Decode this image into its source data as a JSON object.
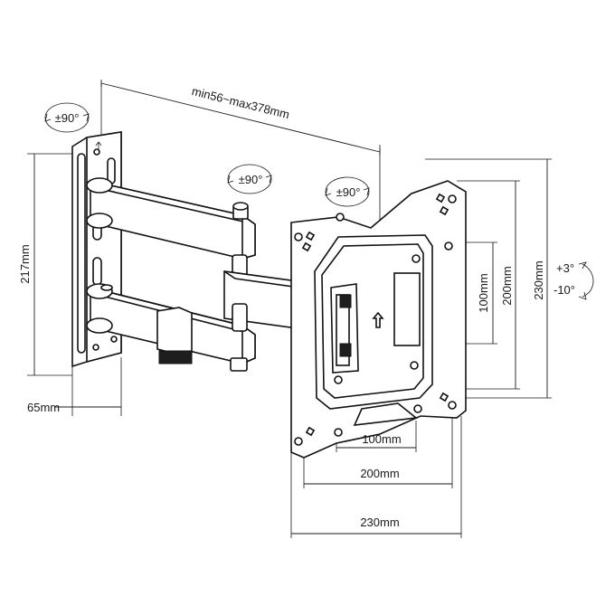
{
  "dimensions": {
    "arm_extension": "min56~max378mm",
    "wall_plate_height": "217mm",
    "wall_plate_depth": "65mm",
    "vesa_inner_h": "100mm",
    "vesa_outer_h": "200mm",
    "vesa_total_h": "230mm",
    "vesa_inner_w": "100mm",
    "vesa_outer_w": "200mm",
    "vesa_total_w": "230mm"
  },
  "rotations": {
    "wall_swivel": "±90°",
    "arm_swivel": "±90°",
    "head_swivel": "±90°",
    "tilt_up": "+3°",
    "tilt_down": "-10°"
  },
  "icons": [
    "rotation-arrow-icon",
    "tilt-arrow-icon",
    "up-arrow-icon"
  ]
}
